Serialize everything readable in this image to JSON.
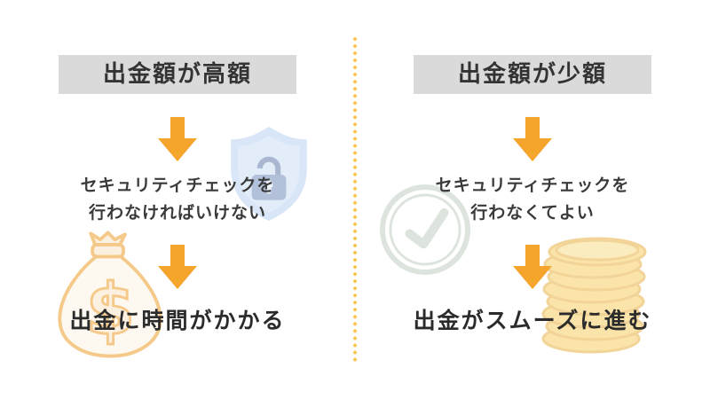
{
  "colors": {
    "arrow_color": "#F5A42C",
    "header_bg": "#DADADA",
    "divider_color": "#F8C74F",
    "text_color": "#3A3A3A"
  },
  "columns": {
    "left": {
      "header": "出金額が高額",
      "body_lines": [
        "セキュリティチェックを",
        "行わなければいけない"
      ],
      "conclusion": "出金に時間がかかる"
    },
    "right": {
      "header": "出金額が少額",
      "body_lines": [
        "セキュリティチェックを",
        "行わなくてよい"
      ],
      "conclusion": "出金がスムーズに進む"
    }
  },
  "icons": {
    "left": [
      "down-arrow-icon",
      "down-arrow-icon",
      "shield-lock-icon",
      "money-bag-icon"
    ],
    "right": [
      "down-arrow-icon",
      "down-arrow-icon",
      "check-circle-icon",
      "coin-stack-icon"
    ]
  }
}
